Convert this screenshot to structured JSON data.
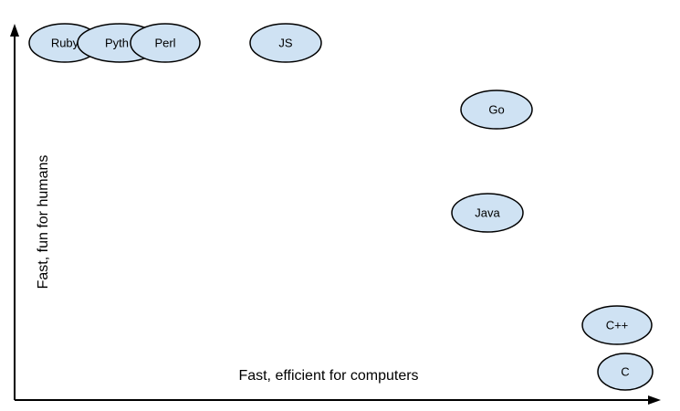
{
  "diagram": {
    "x_axis_label": "Fast, efficient for computers",
    "y_axis_label": "Fast, fun for humans",
    "node_fill": "#cfe2f3",
    "node_stroke": "#000000",
    "languages": [
      {
        "label": "Ruby"
      },
      {
        "label": "Pyth"
      },
      {
        "label": "Perl"
      },
      {
        "label": "JS"
      },
      {
        "label": "Go"
      },
      {
        "label": "Java"
      },
      {
        "label": "C++"
      },
      {
        "label": "C"
      }
    ]
  }
}
